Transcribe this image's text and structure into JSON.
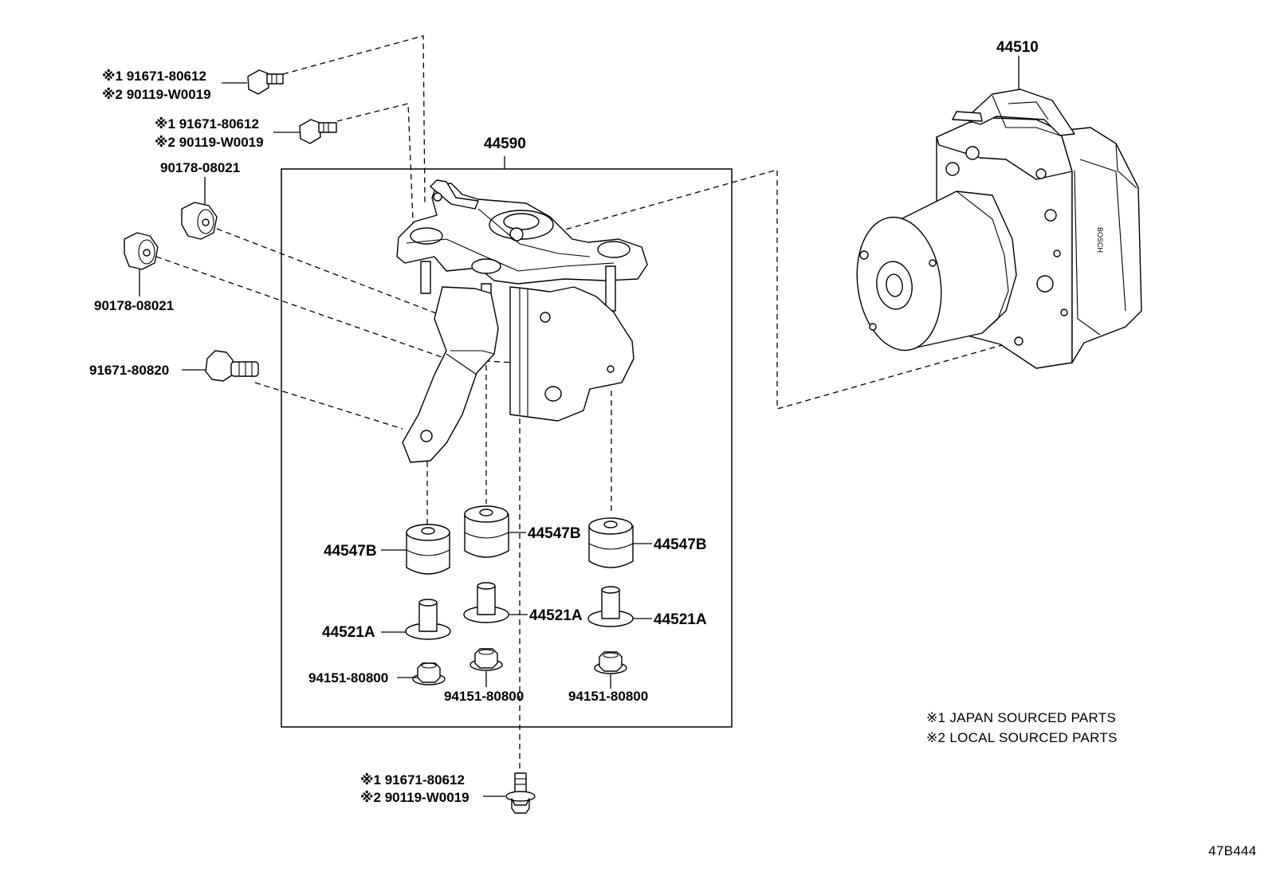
{
  "labels": {
    "actuator": "44510",
    "bracket": "44590",
    "bolt_top_1": {
      "line1": "※1 91671-80612",
      "line2": "※2 90119-W0019"
    },
    "bolt_top_2": {
      "line1": "※1 91671-80612",
      "line2": "※2 90119-W0019"
    },
    "nut_upper": "90178-08021",
    "nut_lower": "90178-08021",
    "bolt_side": "91671-80820",
    "cushion_left": "44547B",
    "cushion_center": "44547B",
    "cushion_right": "44547B",
    "collar_left": "44521A",
    "collar_center": "44521A",
    "collar_right": "44521A",
    "flange_nut_left": "94151-80800",
    "flange_nut_center": "94151-80800",
    "flange_nut_right": "94151-80800",
    "bolt_bottom": {
      "line1": "※1 91671-80612",
      "line2": "※2 90119-W0019"
    }
  },
  "notes": {
    "note1": "※1 JAPAN SOURCED PARTS",
    "note2": "※2 LOCAL SOURCED PARTS"
  },
  "diagram_code": "47B444",
  "actuator_marking": "BOSCH"
}
